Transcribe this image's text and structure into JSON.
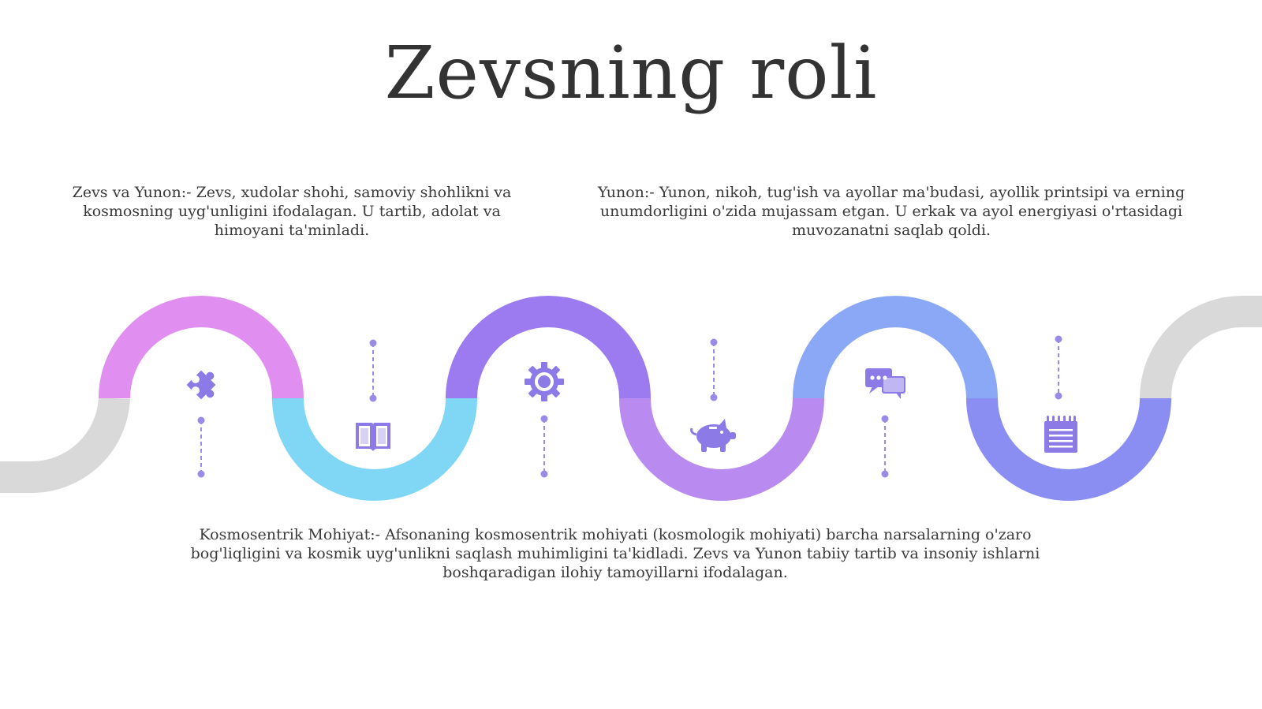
{
  "title": "Zevsning roli",
  "blocks": {
    "left": "Zevs va Yunon:- Zevs, xudolar shohi, samoviy shohlikni va kosmosning uyg'unligini ifodalagan. U tartib, adolat va himoyani ta'minladi.",
    "right": "Yunon:- Yunon, nikoh, tug'ish va ayollar ma'budasi, ayollik printsipi va erning unumdorligini o'zida mujassam etgan. U erkak va ayol energiyasi o'rtasidagi muvozanatni saqlab qoldi.",
    "bottom": "Kosmosentrik Mohiyat:- Afsonaning kosmosentrik mohiyati (kosmologik mohiyati) barcha narsalarning o'zaro bog'liqligini va kosmik uyg'unlikni saqlash muhimligini ta'kidladi. Zevs va Yunon tabiiy tartib va insoniy ishlarni boshqaradigan ilohiy tamoyillarni ifodalagan."
  },
  "colors": {
    "grey": "#d9d9d9",
    "pink": "#e08ef0",
    "cyan": "#80d6f5",
    "violet": "#9b7bef",
    "lavender": "#b98bf0",
    "blue": "#8aa8f5",
    "indigo": "#8a8df2",
    "icon": "#8c7ae6",
    "connector": "#9a8ce6"
  },
  "icons": [
    "puzzle-icon",
    "book-icon",
    "gear-icon",
    "piggy-bank-icon",
    "chat-bubbles-icon",
    "notepad-icon"
  ]
}
